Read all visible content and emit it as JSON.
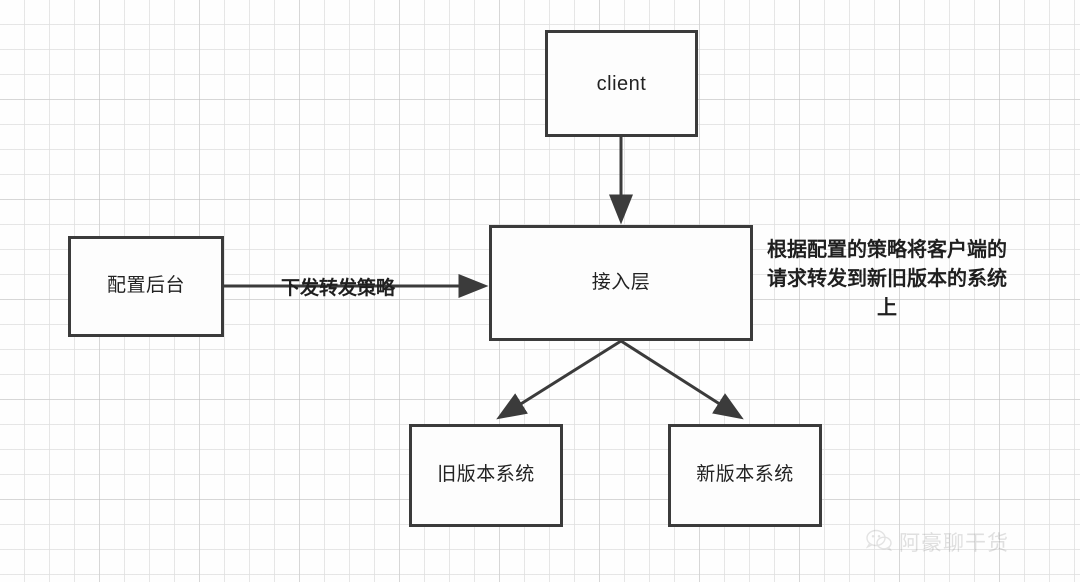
{
  "diagram": {
    "type": "flowchart",
    "background": "graph-paper-grid",
    "nodes": [
      {
        "id": "client",
        "label": "client"
      },
      {
        "id": "config",
        "label": "配置后台"
      },
      {
        "id": "access",
        "label": "接入层"
      },
      {
        "id": "old",
        "label": "旧版本系统"
      },
      {
        "id": "new",
        "label": "新版本系统"
      }
    ],
    "edges": [
      {
        "from": "client",
        "to": "access",
        "label": ""
      },
      {
        "from": "config",
        "to": "access",
        "label": "下发转发策略"
      },
      {
        "from": "access",
        "to": "old",
        "label": ""
      },
      {
        "from": "access",
        "to": "new",
        "label": ""
      }
    ],
    "annotations": [
      {
        "id": "forward-note",
        "text": "根据配置的策略将客户端的请求转发到新旧版本的系统上"
      }
    ],
    "colors": {
      "stroke": "#3b3b3b",
      "node_fill": "#fdfdfd",
      "text": "#1f1f1f",
      "grid_minor": "#e1e1e1",
      "grid_major": "#b4b4b4"
    }
  },
  "watermark": {
    "icon": "wechat-icon",
    "text": "阿豪聊干货"
  }
}
